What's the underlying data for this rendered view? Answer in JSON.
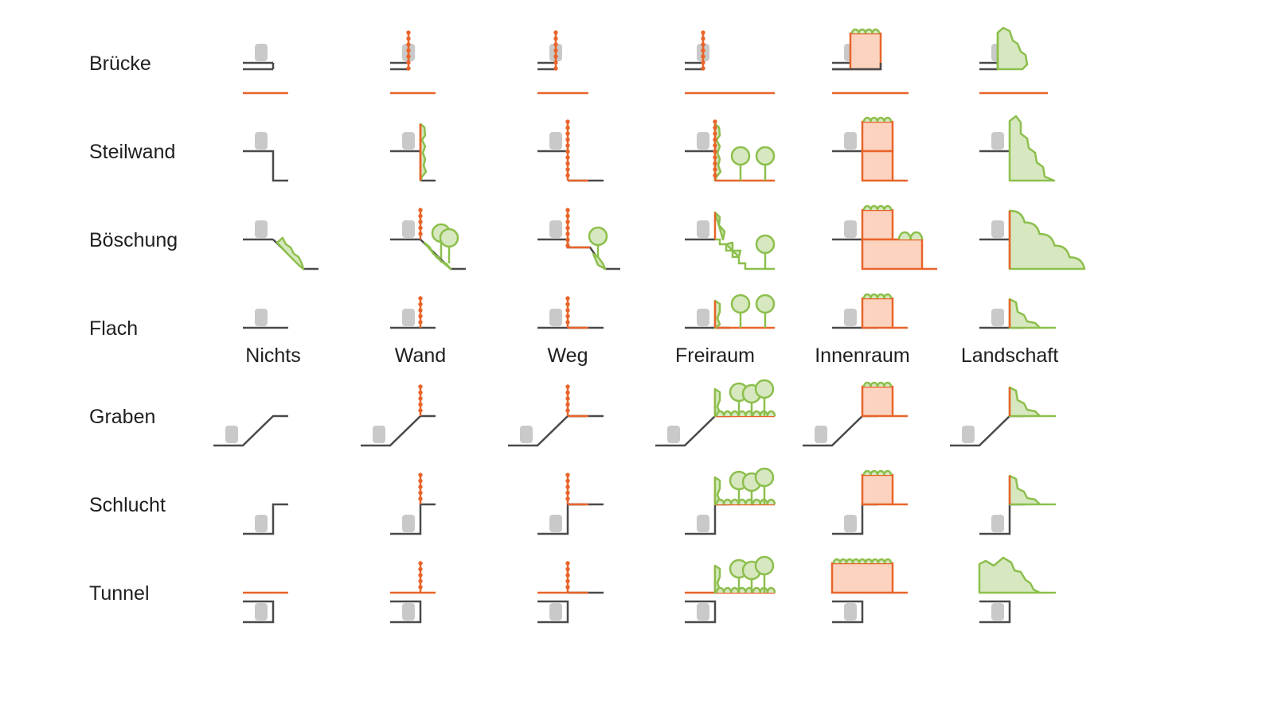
{
  "rows": [
    {
      "key": "bruecke",
      "label": "Brücke"
    },
    {
      "key": "steilwand",
      "label": "Steilwand"
    },
    {
      "key": "boeschung",
      "label": "Böschung"
    },
    {
      "key": "flach",
      "label": "Flach"
    },
    {
      "key": "graben",
      "label": "Graben"
    },
    {
      "key": "schlucht",
      "label": "Schlucht"
    },
    {
      "key": "tunnel",
      "label": "Tunnel"
    }
  ],
  "columns": [
    {
      "key": "nichts",
      "label": "Nichts"
    },
    {
      "key": "wand",
      "label": "Wand"
    },
    {
      "key": "weg",
      "label": "Weg"
    },
    {
      "key": "freiraum",
      "label": "Freiraum"
    },
    {
      "key": "innenraum",
      "label": "Innenraum"
    },
    {
      "key": "landschaft",
      "label": "Landschaft"
    }
  ],
  "colors": {
    "terrain": "#4a4a4a",
    "intervention": "#e8642a",
    "intervention_fill": "#fbd3bf",
    "vegetation": "#8cbf4c",
    "vegetation_fill": "#d7e8c0",
    "vehicle": "#c9c9c9",
    "text": "#1f1f1f"
  }
}
